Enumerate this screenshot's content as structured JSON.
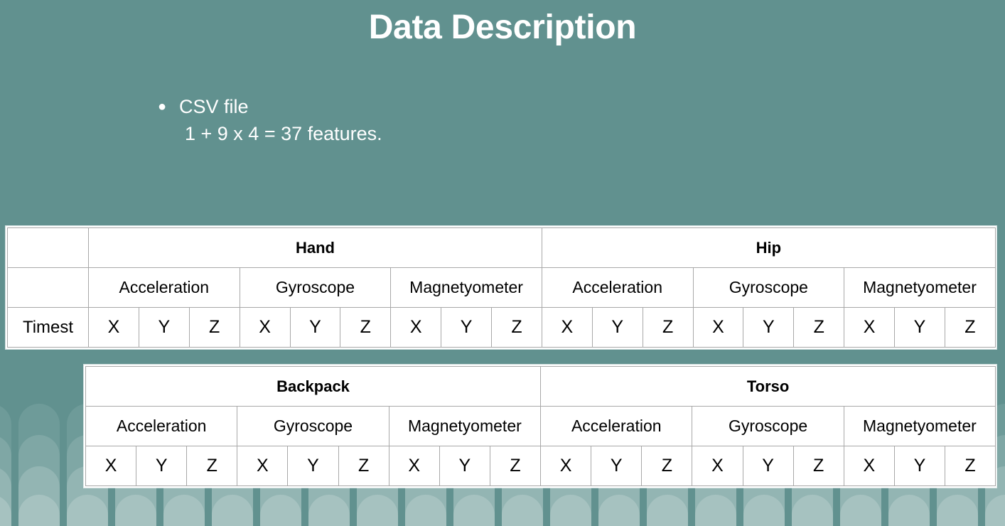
{
  "slide": {
    "title": "Data Description",
    "background_color": "#61918f",
    "title_color": "#ffffff"
  },
  "bullets": [
    {
      "marker": "●",
      "text": "CSV file",
      "sub_lines": [
        "1 + 9 x 4 = 37 features."
      ]
    }
  ],
  "tables": {
    "header_fill": "#c6c6c6",
    "cell_fill": "#ffffff",
    "border_color": "#a8a8a8",
    "sensors": [
      "Acceleration",
      "Gyroscope",
      "Magnetyometer"
    ],
    "axes": [
      "X",
      "Y",
      "Z"
    ],
    "table_one": {
      "timestamp_label": "Timest",
      "places": [
        "Hand",
        "Hip"
      ],
      "sensor_row": [
        "Acceleration",
        "Gyroscope",
        "Magnetyometer",
        "Acceleration",
        "Gyroscope",
        "Magnetyometer"
      ],
      "axis_row": [
        "X",
        "Y",
        "Z",
        "X",
        "Y",
        "Z",
        "X",
        "Y",
        "Z",
        "X",
        "Y",
        "Z",
        "X",
        "Y",
        "Z",
        "X",
        "Y",
        "Z"
      ]
    },
    "table_two": {
      "places": [
        "Backpack",
        "Torso"
      ],
      "sensor_row": [
        "Acceleration",
        "Gyroscope",
        "Magnetyometer",
        "Acceleration",
        "Gyroscope",
        "Magnetyometer"
      ],
      "axis_row": [
        "X",
        "Y",
        "Z",
        "X",
        "Y",
        "Z",
        "X",
        "Y",
        "Z",
        "X",
        "Y",
        "Z",
        "X",
        "Y",
        "Z",
        "X",
        "Y",
        "Z"
      ]
    }
  },
  "decoration": {
    "name": "arch-pattern",
    "colors": [
      "#6e9b99",
      "#7fa7a5",
      "#93b5b3",
      "#a6c2c0"
    ]
  }
}
